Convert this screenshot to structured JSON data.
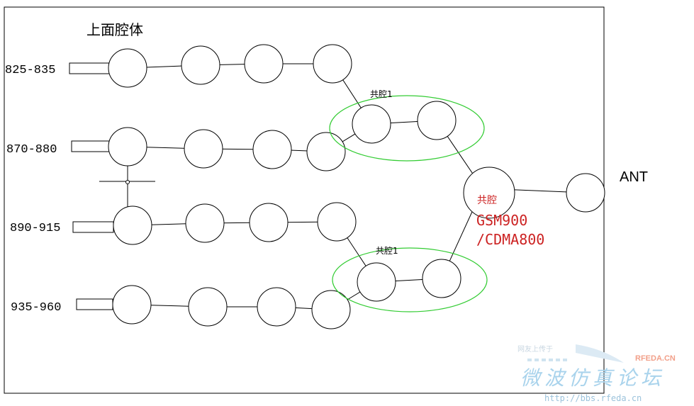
{
  "diagram": {
    "title": "上面腔体",
    "bands": [
      "825-835",
      "870-880",
      "890-915",
      "935-960"
    ],
    "cavity_group_top": "共腔1",
    "cavity_group_bottom": "共腔1",
    "common_cavity": "共腔",
    "common_line1": "GSM900",
    "common_line2": "/CDMA800",
    "antenna": "ANT"
  },
  "watermark": {
    "line1": "网友上传于",
    "brand": "RFEDA.CN",
    "main": "微波仿真论坛",
    "url": "http://bbs.rfeda.cn"
  },
  "colors": {
    "line": "#000000",
    "group_ellipse": "#33cc33",
    "common_text": "#cc2222",
    "watermark": "#a9d3ec"
  }
}
